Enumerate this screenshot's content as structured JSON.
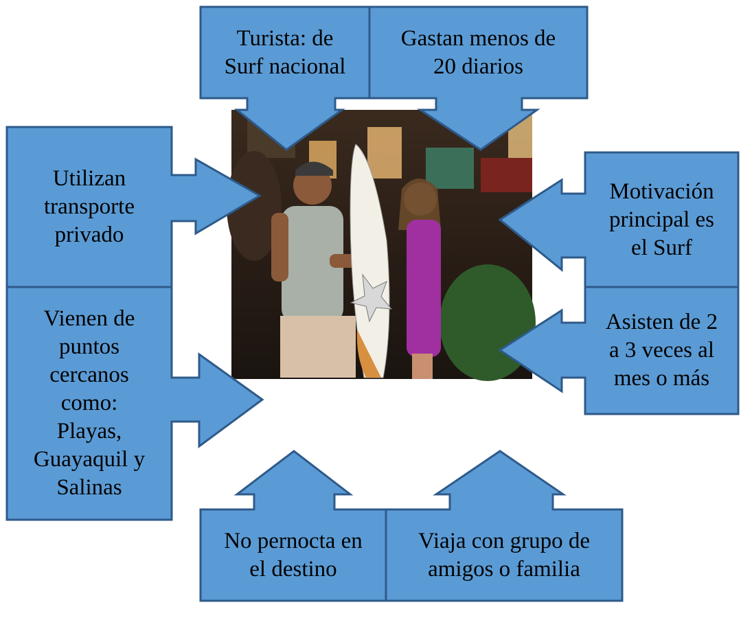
{
  "colors": {
    "box_fill": "#5b9bd5",
    "box_stroke": "#2e5a8a",
    "text": "#000000"
  },
  "diagram": {
    "photo": {
      "description_icon": "photo-of-two-surfers-with-surfboard"
    },
    "callouts": {
      "top_left": "Turista: de\nSurf nacional",
      "top_right": "Gastan menos de\n20 diarios",
      "left_upper": "Utilizan\ntransporte\nprivado",
      "left_lower": "Vienen de\npuntos\ncercanos\ncomo:\nPlayas,\nGuayaquil y\nSalinas",
      "right_upper": "Motivación\nprincipal es\nel Surf",
      "right_lower": "Asisten  de 2\na 3 veces al\nmes o más",
      "bottom_left": "No pernocta en\nel destino",
      "bottom_right": "Viaja con grupo de\namigos o familia"
    }
  }
}
